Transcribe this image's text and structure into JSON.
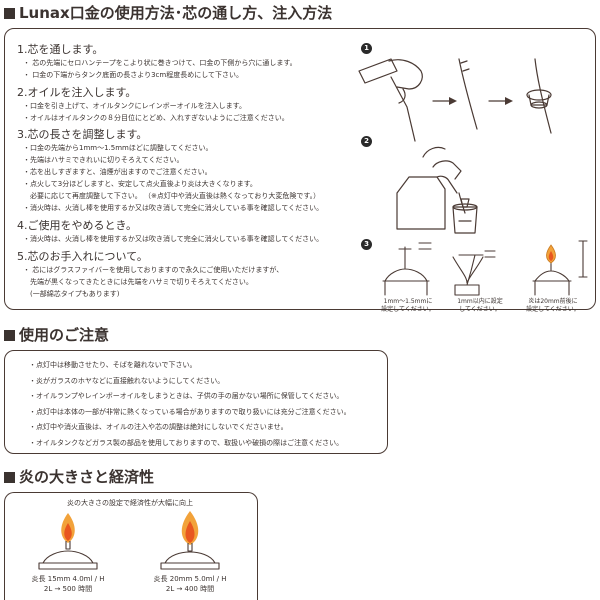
{
  "section1": {
    "title": "Lunax口金の使用方法･芯の通し方、注入方法",
    "steps": [
      {
        "heading": "1.芯を通します。",
        "lines": [
          "・ 芯の先端にセロハンテープをこより状に巻きつけて、口金の下側から穴に通します。",
          "・ 口金の下端からタンク底面の長さより3cm程度長めにして下さい。"
        ]
      },
      {
        "heading": "2.オイルを注入します。",
        "lines": [
          "・口金を引き上げて、オイルタンクにレインボーオイルを注入します。",
          "・オイルはオイルタンクの８分目位にとどめ、入れすぎないようにご注意ください。"
        ]
      },
      {
        "heading": "3.芯の長さを調整します。",
        "lines": [
          "・口金の先端から1mm～1.5mmほどに調整してください。",
          "・先端はハサミできれいに切りそろえてください。",
          "・芯を出しすぎますと、油煙が出ますのでご注意ください。",
          "・点火して3分ほどしますと、安定して点火直後より炎は大きくなります。",
          "　必要に応じて再度調整して下さい。 （※点灯中や消火直後は熱くなっており大変危険です。）",
          "・消火時は、火消し棒を使用するか又は吹き消して完全に消火している事を確認してください。"
        ]
      },
      {
        "heading": "4.ご使用をやめるとき。",
        "lines": [
          "・消火時は、火消し棒を使用するか又は吹き消して完全に消火している事を確認してください。"
        ]
      },
      {
        "heading": "5.芯のお手入れについて。",
        "lines": [
          "・ 芯にはグラスファイバーを使用しておりますので永久にご使用いただけますが、",
          "　先端が黒くなってきたときには先端をハサミで切りそろえてください。",
          "　(一部綿芯タイプもあります)"
        ]
      }
    ],
    "figure_numbers": [
      "1",
      "2",
      "3"
    ],
    "captions": [
      "1mm～1.5mmに\n設定してください。",
      "1mm以内に設定\nしてください。",
      "炎は20mm前後に\n設定してください。"
    ]
  },
  "section2": {
    "title": "使用のご注意",
    "items": [
      "・点灯中は移動させたり、そばを離れないで下さい。",
      "・炎がガラスのホヤなどに直接触れないようにしてください。",
      "・オイルランプやレインボーオイルをしまうときは、子供の手の届かない場所に保管してください。",
      "・点灯中は本体の一部が非常に熱くなっている場合がありますので取り扱いには充分ご注意ください。",
      "・点灯中や消火直後は、オイルの注入や芯の調整は絶対にしないでくださいませ。",
      "・オイルタンクなどガラス製の部品を使用しておりますので、取扱いや破損の際はご注意ください。"
    ]
  },
  "section3": {
    "title": "炎の大きさと経済性",
    "subtitle": "炎の大きさの設定で経済性が大幅に向上",
    "left_caption_1": "炎長 15mm 4.0ml / H",
    "left_caption_2": "2L → 500 時間",
    "right_caption_1": "炎長 20mm 5.0ml / H",
    "right_caption_2": "2L → 400 時間"
  },
  "colors": {
    "text": "#3b3330",
    "border": "#4a3a34",
    "flame_outer": "#f2a23a",
    "flame_inner": "#e8561f"
  }
}
